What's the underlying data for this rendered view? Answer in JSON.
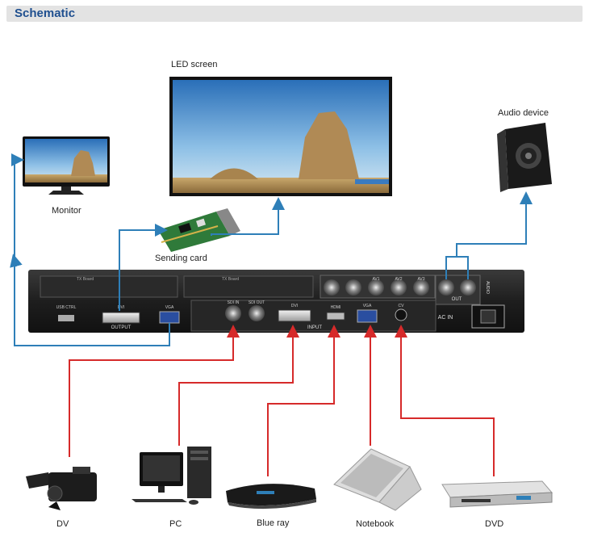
{
  "header": {
    "title": "Schematic"
  },
  "devices": {
    "led_screen": "LED screen",
    "monitor": "Monitor",
    "sending_card": "Sending card",
    "audio_device": "Audio device",
    "dv": "DV",
    "pc": "PC",
    "blue_ray": "Blue ray",
    "notebook": "Notebook",
    "dvd": "DVD"
  },
  "panel": {
    "output_label": "OUTPUT",
    "input_label": "INPUT",
    "ac_in_label": "AC IN",
    "out_label": "OUT",
    "audio_label": "AUDIO",
    "usb_label": "USB CTRL",
    "board_label": "TX Board",
    "dvi_label": "DVI",
    "vga_label": "VGA",
    "hdmi_label": "HDMI",
    "sdi_in_label": "SDI IN",
    "sdi_out_label": "SDI OUT",
    "cv_label": "CV",
    "av1_label": "AV1",
    "av2_label": "AV2",
    "av3_label": "AV3"
  },
  "colors": {
    "output_line": "#2e7fb8",
    "input_line": "#d62a2a",
    "title": "#1f4f8f"
  }
}
